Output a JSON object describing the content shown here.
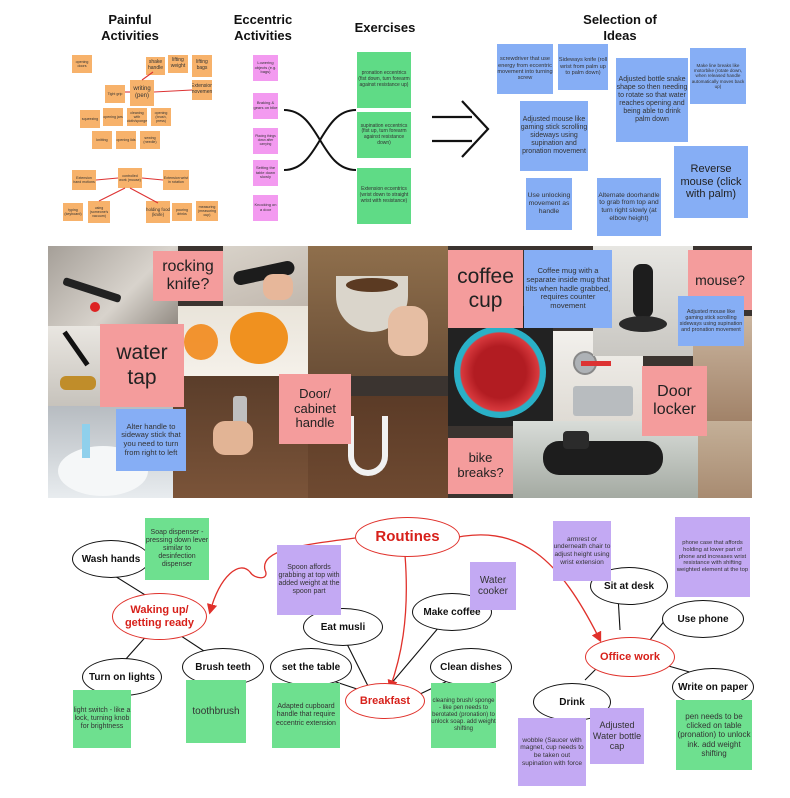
{
  "top": {
    "headers": {
      "painful": "Painful Activities",
      "eccentric": "Eccentric Activities",
      "exercises": "Exercises",
      "selection": "Selection of Ideas"
    },
    "painful_notes": [
      "opening doors",
      "shake handle",
      "lifting weight",
      "lifting bags",
      "Extension movement",
      "Tight grip",
      "writing (pen)",
      "squeezing",
      "opening jars",
      "cleaning with cloth/sponge",
      "opening (brush, press)",
      "knitting",
      "opening lids",
      "sewing (needle)",
      "Extension hand motions",
      "controlled work (mouse)",
      "Extension wrist in rotation",
      "typing (keyboard)",
      "using (someone's vacuum)",
      "holding food (knife)",
      "pouring drinks",
      "measuring (measuring cup)"
    ],
    "eccentric_notes": [
      "Lowering objects (e.g. bags)",
      "Braking & gears on bike",
      "Placing things down after carrying",
      "Setting the table down slowly",
      "Knocking on a door"
    ],
    "exercise_notes": [
      "pronation eccentrics (fist down, turn forearm against resistance up)",
      "supination eccentrics (fist up, turn forearm against resistance down)",
      "Extension eccentrics (wrist down to straight wrist with resistance)"
    ],
    "idea_notes": [
      "screwdriver that use energy from eccentric movement into turning screw",
      "Sideways knife (roll wrist from palm up to palm down)",
      "Adjusted bottle snake shape so then needing to rotate so that water reaches opening and being able to drink palm down",
      "Make line breaks like motorbike (rotate down, when released handle automatically moves back up)",
      "Adjusted mouse like gaming stick scrolling sideways using supination and pronation movement",
      "Use unlocking movement as handle",
      "Alternate doorhandle to grab from top and turn right slowly (at elbow height)",
      "Reverse mouse (click with palm)"
    ]
  },
  "collage": {
    "rocking_knife": "rocking knife?",
    "coffee_cup": "coffee cup",
    "coffee_note": "Coffee mug with a separate inside mug that tilts when hadle grabbed, requires counter movement",
    "mouse": "mouse?",
    "mouse_note": "Adjusted mouse like gaming stick scrolling sideways using supination and pronation movement",
    "water_tap": "water tap",
    "tap_note": "Alter handle to sideway stick that you need to turn from right to left",
    "door_handle": "Door/ cabinet handle",
    "door_locker": "Door locker",
    "bike_breaks": "bike breaks?"
  },
  "routines": {
    "center": "Routines",
    "waking": "Waking up/ getting ready",
    "breakfast": "Breakfast",
    "office": "Office work",
    "wash_hands": "Wash hands",
    "lights": "Turn on lights",
    "teeth": "Brush teeth",
    "table": "set the table",
    "musli": "Eat musli",
    "coffee": "Make coffee",
    "dishes": "Clean dishes",
    "desk": "Sit at desk",
    "phone": "Use phone",
    "drink": "Drink",
    "paper": "Write on paper",
    "note_soap": "Soap dispenser - pressing down lever similar to desinfection dispenser",
    "note_spoon": "Spoon affords grabbing at top with added weight at the spoon part",
    "note_water_cooker": "Water cooker",
    "note_armrest": "armrest or underneath chair to adjust height using wrist extension",
    "note_phonecase": "phone case that affords holding at lower part of phone and increases wrist resistance with shifting weighted element at the top",
    "note_switch": "light switch - like a lock, turning knob for brightness",
    "note_toothbrush": "toothbrush",
    "note_cupboard": "Adapted cupboard handle that require eccentric extension",
    "note_cleaning": "cleaning brush/ sponge - like pen needs to berotated (pronation) to unlock soap. add weight shifting",
    "note_wobble": "wobble (Saucer with magnet, cup needs to be taken out supination with force",
    "note_bottlecap": "Adjusted Water bottle cap",
    "note_pen": "pen needs to be clicked on table (pronation) to unlock ink. add weight shifting"
  },
  "colors": {
    "orange": "#f7b26b",
    "pink": "#f39af0",
    "green": "#5fdb86",
    "blue": "#86aef5",
    "salmon": "#f49c9c",
    "purple": "#c3a9f3",
    "red": "#e0312b"
  }
}
